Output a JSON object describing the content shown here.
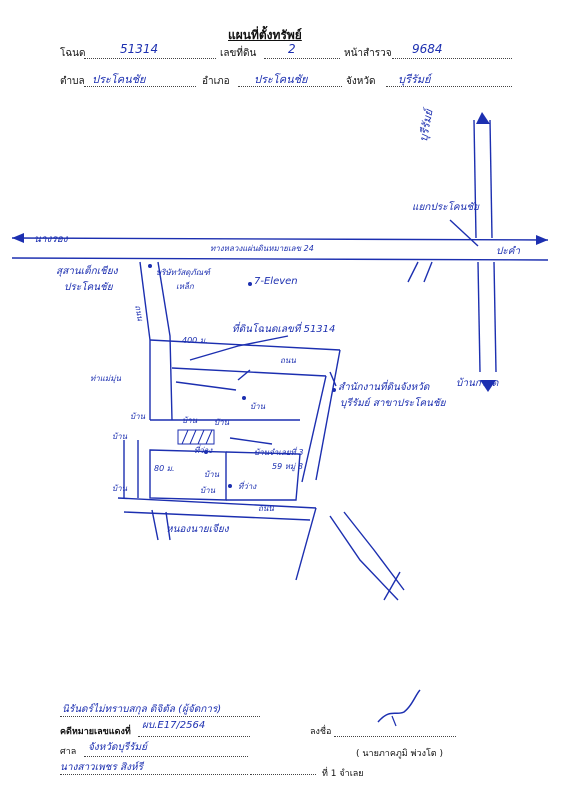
{
  "title": "แผนที่ตั้งทรัพย์",
  "header": {
    "deed_label": "โฉนด",
    "deed_value": "51314",
    "land_no_label": "เลขที่ดิน",
    "land_no_value": "2",
    "survey_page_label": "หน้าสำรวจ",
    "survey_page_value": "9684",
    "subdistrict_label": "ตำบล",
    "subdistrict_value": "ประโคนชัย",
    "district_label": "อำเภอ",
    "district_value": "ประโคนชัย",
    "province_label": "จังหวัด",
    "province_value": "บุรีรัมย์"
  },
  "map": {
    "to_buriram": "บุรีรัมย์",
    "prakhon_junction": "แยกประโคนชัย",
    "to_nangrong": "นางรอง",
    "to_pakham": "ปะคำ",
    "highway": "ทางหลวงแผ่นดินหมายเลข 24",
    "cemetery": "สุสานเต็กเชียง",
    "cemetery_sub": "ประโคนชัย",
    "hardware_shop": "บริษัทวัสดุภัณฑ์",
    "hardware_shop_sub": "เหล็ก",
    "seven_eleven": "7-Eleven",
    "road_label_1": "ถนน",
    "distance_1": "400 ม.",
    "subject_land": "ที่ดินโฉนดเลขที่ 51314",
    "road_label_2": "ถนน",
    "land_office_1": "สำนักงานที่ดินจังหวัด",
    "land_office_2": "บุรีรัมย์ สาขาประโคนชัย",
    "to_ban_kruat": "บ้านกรวด",
    "rice_mill": "ท่าแม่มุ่น",
    "house_1": "บ้าน",
    "house_2": "บ้าน",
    "house_3": "บ้าน",
    "house_4": "บ้าน",
    "house_5": "บ้าน",
    "house_6": "บ้าน",
    "house_7": "บ้าน",
    "house_8": "บ้าน",
    "empty_lot_1": "ที่ว่าง",
    "empty_lot_2": "ที่ว่าง",
    "lot_note_1": "บ้านจำเลยที่ 3",
    "lot_note_2": "59 หมู่ 8",
    "distance_2": "80 ม.",
    "road_label_3": "ถนน",
    "pond_label": "หนองนายเจียง"
  },
  "footer": {
    "signer_name": "นิรันดร์ไม่ทราบสกุล ดิจิตัล (ผู้จัดการ)",
    "case_label": "คดีหมายเลขแดงที่",
    "case_value": "ผบ.E17/2564",
    "sign_label": "ลงชื่อ",
    "court_label": "ศาล",
    "court_value": "จังหวัดบุรีรัมย์",
    "printed_name": "( นายภาคภูมิ พ่วงโต )",
    "plaintiff_value": "นางสาวเพชร สิงห์รี",
    "defendant_label": "ที่ 1 จำเลย"
  },
  "colors": {
    "ink": "#1c2fb0",
    "print": "#111111"
  }
}
